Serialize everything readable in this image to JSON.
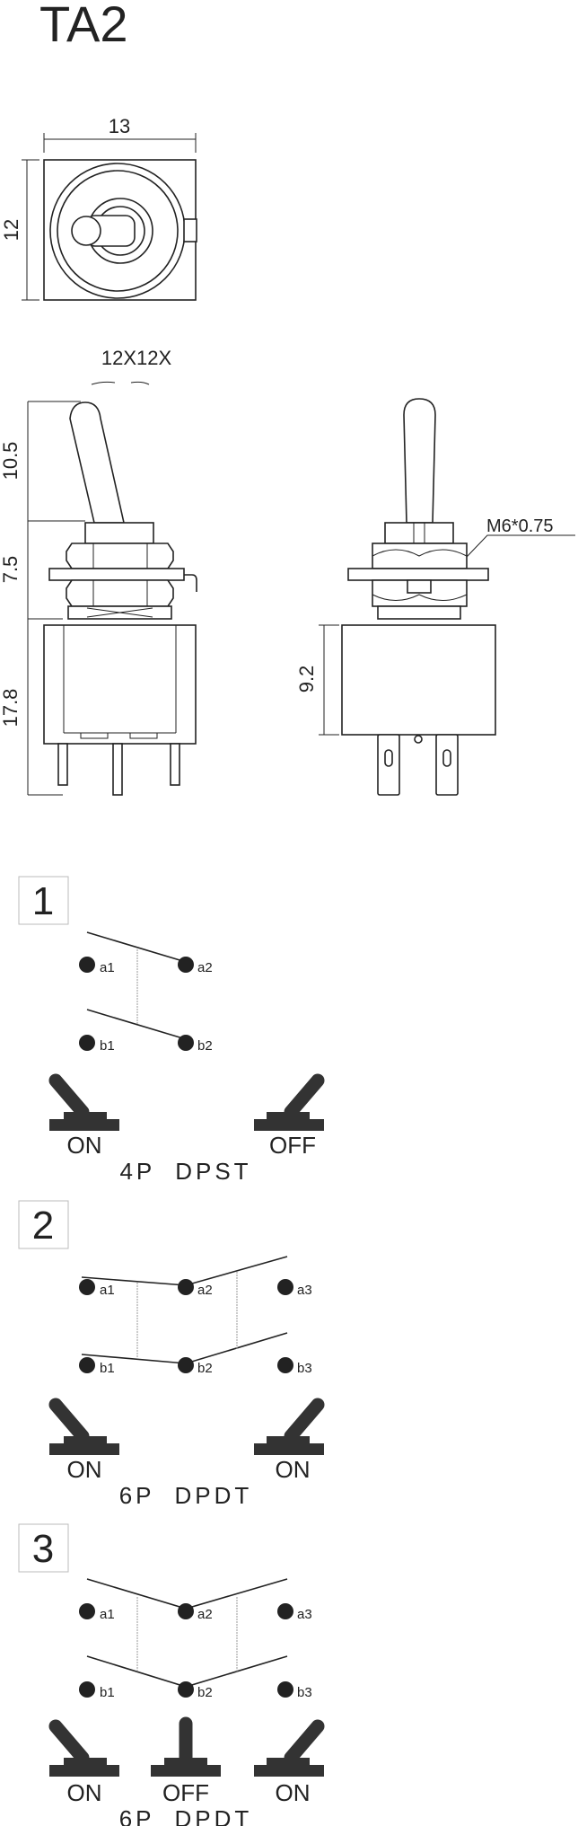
{
  "title": "TA2",
  "top_view": {
    "width_label": "13",
    "height_label": "12"
  },
  "side_view": {
    "angle_label": "12X12X",
    "dims": [
      "10.5",
      "7.5",
      "17.8"
    ]
  },
  "front_view": {
    "body_height_label": "9.2",
    "thread_label": "M6*0.75"
  },
  "colors": {
    "line": "#222222",
    "toggle": "#333333",
    "dashed": "#999999"
  },
  "sections": [
    {
      "number": "1",
      "terminals": [
        "a1",
        "a2",
        "b1",
        "b2"
      ],
      "positions": [
        "ON",
        "OFF"
      ],
      "type": "4P  DPST"
    },
    {
      "number": "2",
      "terminals": [
        "a1",
        "a2",
        "a3",
        "b1",
        "b2",
        "b3"
      ],
      "positions": [
        "ON",
        "ON"
      ],
      "type": "6P  DPDT"
    },
    {
      "number": "3",
      "terminals": [
        "a1",
        "a2",
        "a3",
        "b1",
        "b2",
        "b3"
      ],
      "positions": [
        "ON",
        "OFF",
        "ON"
      ],
      "type": "6P  DPDT"
    }
  ]
}
